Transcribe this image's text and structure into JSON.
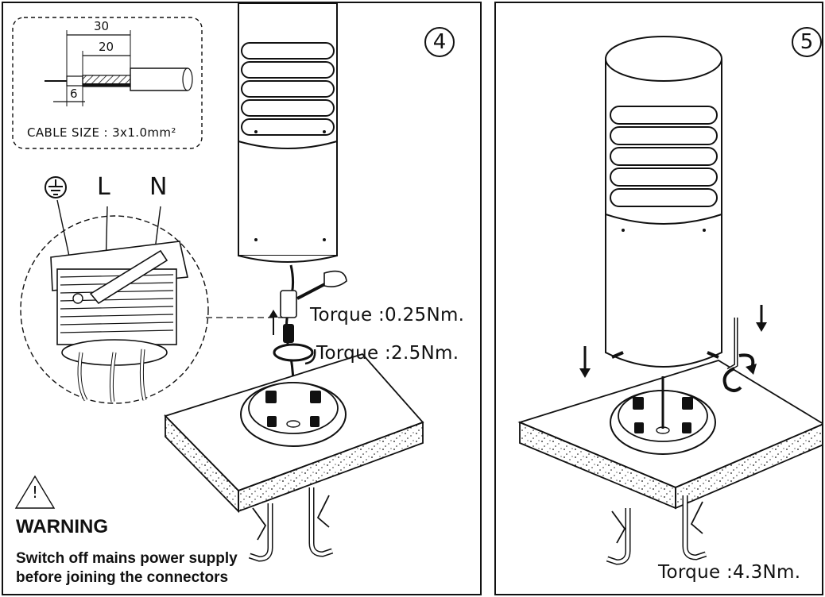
{
  "panel_4": {
    "step_number": "4",
    "cable_inset": {
      "dim_outer": "30",
      "dim_middle": "20",
      "dim_strip": "6",
      "cable_size": "CABLE SIZE : 3x1.0mm²"
    },
    "wire_labels": {
      "earth_icon": "earth-ground-icon",
      "live": "L",
      "neutral": "N"
    },
    "torque_connector": "Torque :0.25Nm.",
    "torque_gland": "Torque :2.5Nm.",
    "warning": {
      "icon": "warning-triangle-icon",
      "mark": "!",
      "title": "WARNING",
      "line1": "Switch off mains power supply",
      "line2": "before joining the connectors"
    }
  },
  "panel_5": {
    "step_number": "5",
    "torque_base": "Torque :4.3Nm."
  },
  "colors": {
    "ink": "#111111",
    "paper": "#ffffff",
    "shade": "#cfcfcf"
  }
}
